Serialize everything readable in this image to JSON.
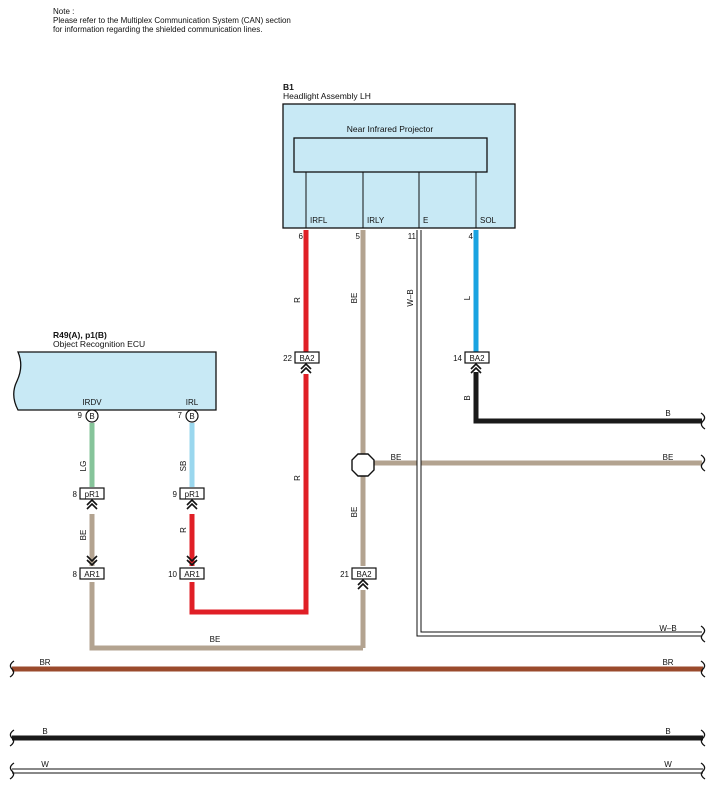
{
  "note": {
    "title": "Note :",
    "line1": "Please refer to the Multiplex Communication System (CAN) section",
    "line2": "for information regarding the shielded communication lines."
  },
  "headlight": {
    "code": "B1",
    "name": "Headlight Assembly LH",
    "projector": "Near Infrared Projector",
    "pins": [
      {
        "label": "IRFL",
        "num": "6"
      },
      {
        "label": "IRLY",
        "num": "5"
      },
      {
        "label": "E",
        "num": "11"
      },
      {
        "label": "SOL",
        "num": "4"
      }
    ]
  },
  "ecu": {
    "code": "R49(A), p1(B)",
    "name": "Object Recognition ECU",
    "pins": [
      {
        "label": "IRDV",
        "num": "9",
        "conn": "B"
      },
      {
        "label": "IRL",
        "num": "7",
        "conn": "B"
      }
    ]
  },
  "connectors": {
    "ba2_22": {
      "num": "22",
      "name": "BA2"
    },
    "ba2_14": {
      "num": "14",
      "name": "BA2"
    },
    "ba2_21": {
      "num": "21",
      "name": "BA2"
    },
    "pr1_8": {
      "num": "8",
      "name": "pR1"
    },
    "pr1_9": {
      "num": "9",
      "name": "pR1"
    },
    "ar1_8": {
      "num": "8",
      "name": "AR1"
    },
    "ar1_10": {
      "num": "10",
      "name": "AR1"
    }
  },
  "wires": {
    "irfl_top": "R",
    "irfl_bottom": "R",
    "irly_top": "BE",
    "irly_mid": "BE",
    "e": "W–B",
    "sol": "L",
    "sol_ground": "B",
    "irdv_top": "LG",
    "irdv_mid": "BE",
    "irl_top": "SB",
    "irl_mid": "R",
    "bottom_be": "BE",
    "junction_be": "BE"
  },
  "buses": [
    {
      "left": "",
      "right": "B"
    },
    {
      "left": "",
      "right": "BE"
    },
    {
      "left": "",
      "right": "W–B"
    },
    {
      "left": "BR",
      "right": "BR"
    },
    {
      "left": "B",
      "right": "B"
    },
    {
      "left": "W",
      "right": "W"
    }
  ],
  "colors": {
    "red": "#e01f26",
    "beige": "#b3a390",
    "blue": "#19a3e1",
    "light_blue": "#9ad7ee",
    "green": "#86c49a",
    "black": "#1a1a1a",
    "brown": "#9a4a2c",
    "box_fill": "#c8e9f5"
  }
}
